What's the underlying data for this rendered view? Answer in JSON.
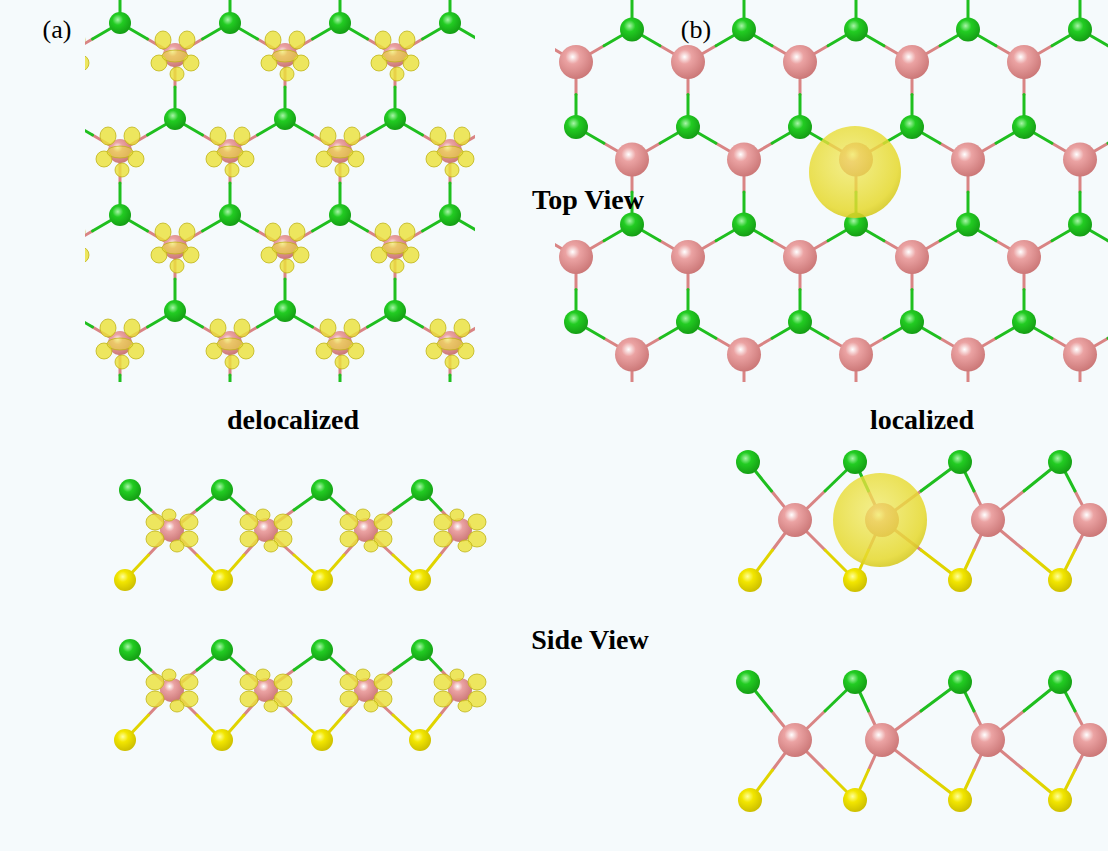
{
  "diagram": {
    "labels": [
      "(a)",
      "(b)",
      "Top View",
      "delocalized",
      "localized",
      "Side View"
    ]
  }
}
